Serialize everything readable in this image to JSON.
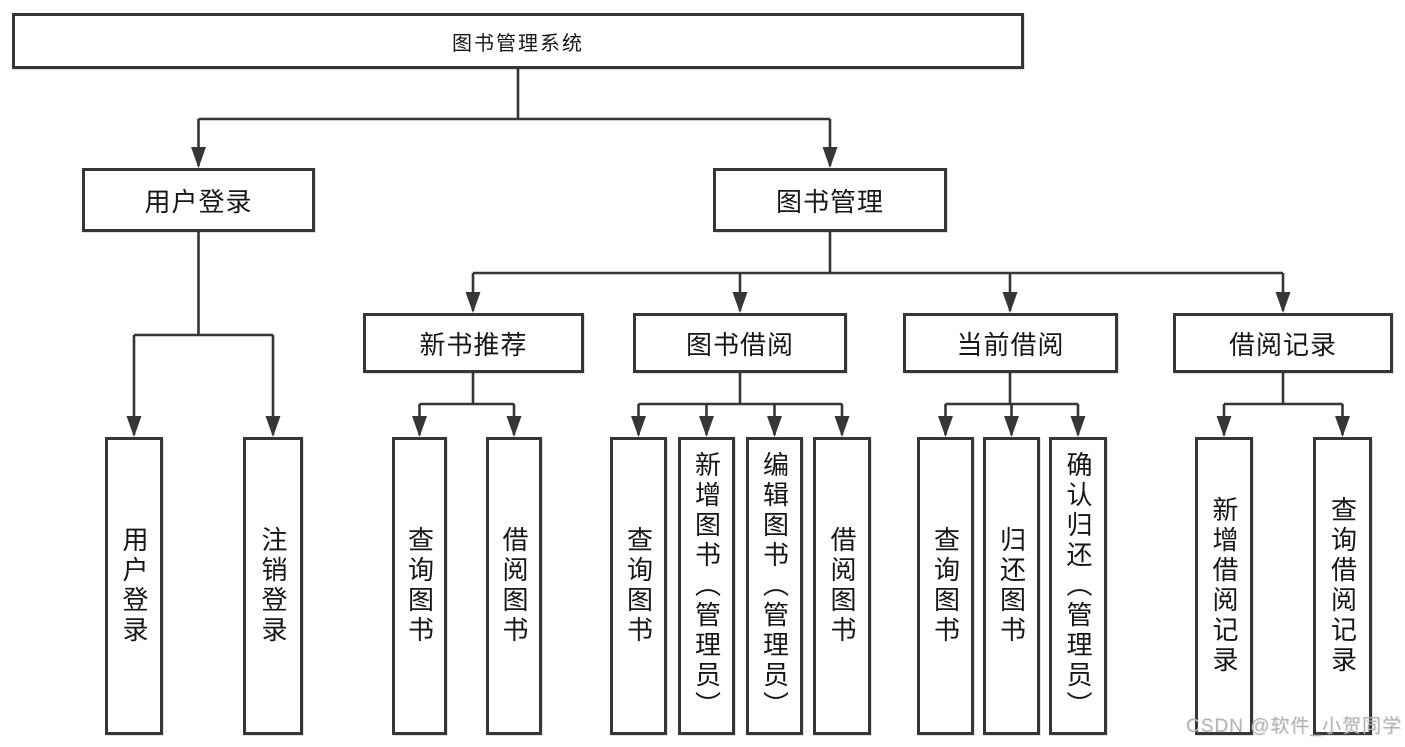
{
  "tree": {
    "label": "图书管理系统",
    "children": [
      {
        "label": "用户登录",
        "children": [
          {
            "label": "用户登录"
          },
          {
            "label": "注销登录"
          }
        ]
      },
      {
        "label": "图书管理",
        "children": [
          {
            "label": "新书推荐",
            "children": [
              {
                "label": "查询图书"
              },
              {
                "label": "借阅图书"
              }
            ]
          },
          {
            "label": "图书借阅",
            "children": [
              {
                "label": "查询图书"
              },
              {
                "label": "新增图书（管理员）"
              },
              {
                "label": "编辑图书（管理员）"
              },
              {
                "label": "借阅图书"
              }
            ]
          },
          {
            "label": "当前借阅",
            "children": [
              {
                "label": "查询图书"
              },
              {
                "label": "归还图书"
              },
              {
                "label": "确认归还（管理员）"
              }
            ]
          },
          {
            "label": "借阅记录",
            "children": [
              {
                "label": "新增借阅记录"
              },
              {
                "label": "查询借阅记录"
              }
            ]
          }
        ]
      }
    ]
  },
  "watermark": {
    "text": "CSDN @软件_小贺同学"
  },
  "colors": {
    "line": "#363636",
    "text": "#161616",
    "background": "#ffffff",
    "watermark": "#b4b4b4"
  }
}
